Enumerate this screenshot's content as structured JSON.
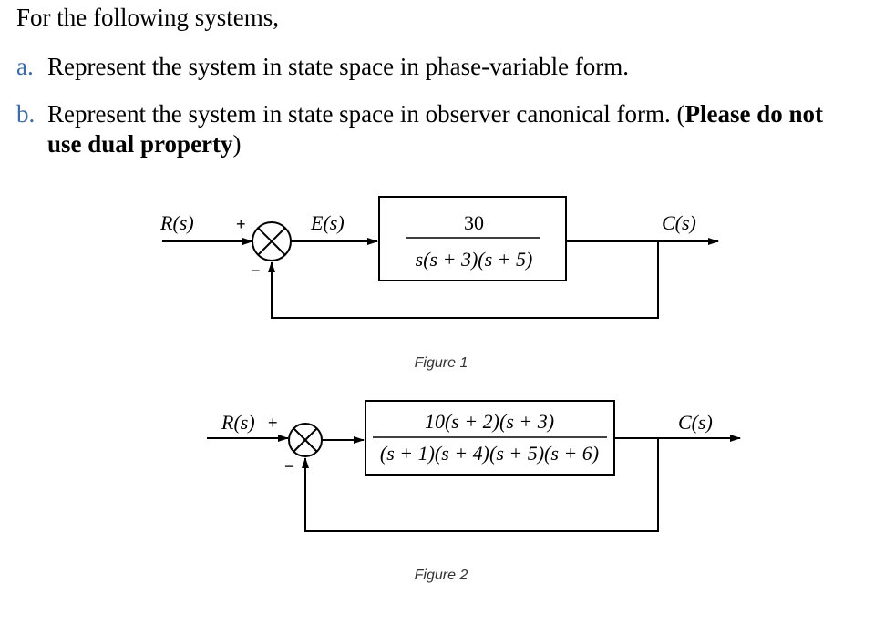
{
  "intro": "For the following systems,",
  "items": [
    {
      "marker": "a.",
      "text": "Represent the system in state space in phase-variable form."
    },
    {
      "marker": "b.",
      "text_before": "Represent the system in state space in observer canonical form. (",
      "bold_line1": "Please do not",
      "bold_line2": "use dual property",
      "text_after": ")"
    }
  ],
  "figure1": {
    "input_label": "R(s)",
    "plus_sign": "+",
    "minus_sign": "−",
    "error_label": "E(s)",
    "numerator": "30",
    "denominator": "s(s + 3)(s + 5)",
    "output_label": "C(s)",
    "caption": "Figure 1"
  },
  "figure2": {
    "input_label": "R(s)",
    "plus_sign": "+",
    "minus_sign": "−",
    "numerator": "10(s + 2)(s + 3)",
    "denominator": "(s + 1)(s + 4)(s + 5)(s + 6)",
    "output_label": "C(s)",
    "caption": "Figure 2"
  }
}
